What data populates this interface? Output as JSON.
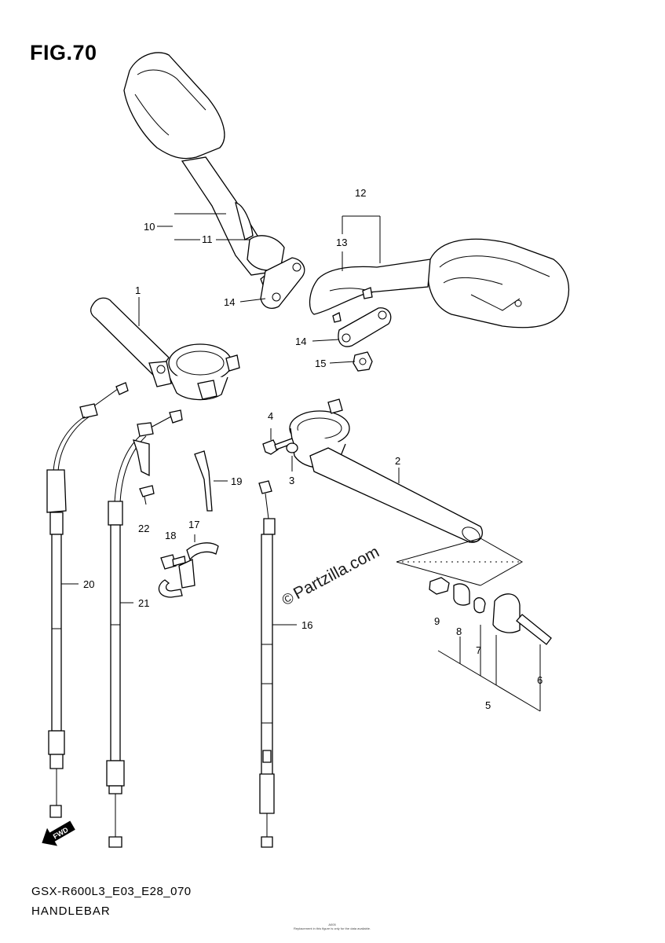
{
  "figure": {
    "title": "FIG.70",
    "model_code": "GSX-R600L3_E03_E28_070",
    "section_name": "HANDLEBAR",
    "watermark": "Partzilla.com",
    "fine_print_top": "A005",
    "fine_print_bottom": "Replacement in this figure is only for the data available."
  },
  "callouts": [
    {
      "id": "c1",
      "label": "1"
    },
    {
      "id": "c2",
      "label": "2"
    },
    {
      "id": "c3",
      "label": "3"
    },
    {
      "id": "c4",
      "label": "4"
    },
    {
      "id": "c5",
      "label": "5"
    },
    {
      "id": "c6",
      "label": "6"
    },
    {
      "id": "c7",
      "label": "7"
    },
    {
      "id": "c8",
      "label": "8"
    },
    {
      "id": "c9",
      "label": "9"
    },
    {
      "id": "c10",
      "label": "10"
    },
    {
      "id": "c11",
      "label": "11"
    },
    {
      "id": "c12",
      "label": "12"
    },
    {
      "id": "c13",
      "label": "13"
    },
    {
      "id": "c14a",
      "label": "14"
    },
    {
      "id": "c14b",
      "label": "14"
    },
    {
      "id": "c15",
      "label": "15"
    },
    {
      "id": "c16",
      "label": "16"
    },
    {
      "id": "c17",
      "label": "17"
    },
    {
      "id": "c18",
      "label": "18"
    },
    {
      "id": "c19",
      "label": "19"
    },
    {
      "id": "c20",
      "label": "20"
    },
    {
      "id": "c21",
      "label": "21"
    },
    {
      "id": "c22",
      "label": "22"
    }
  ],
  "icons": {
    "front_arrow": "front-direction-arrow-icon",
    "front_arrow_text": "FWD"
  }
}
